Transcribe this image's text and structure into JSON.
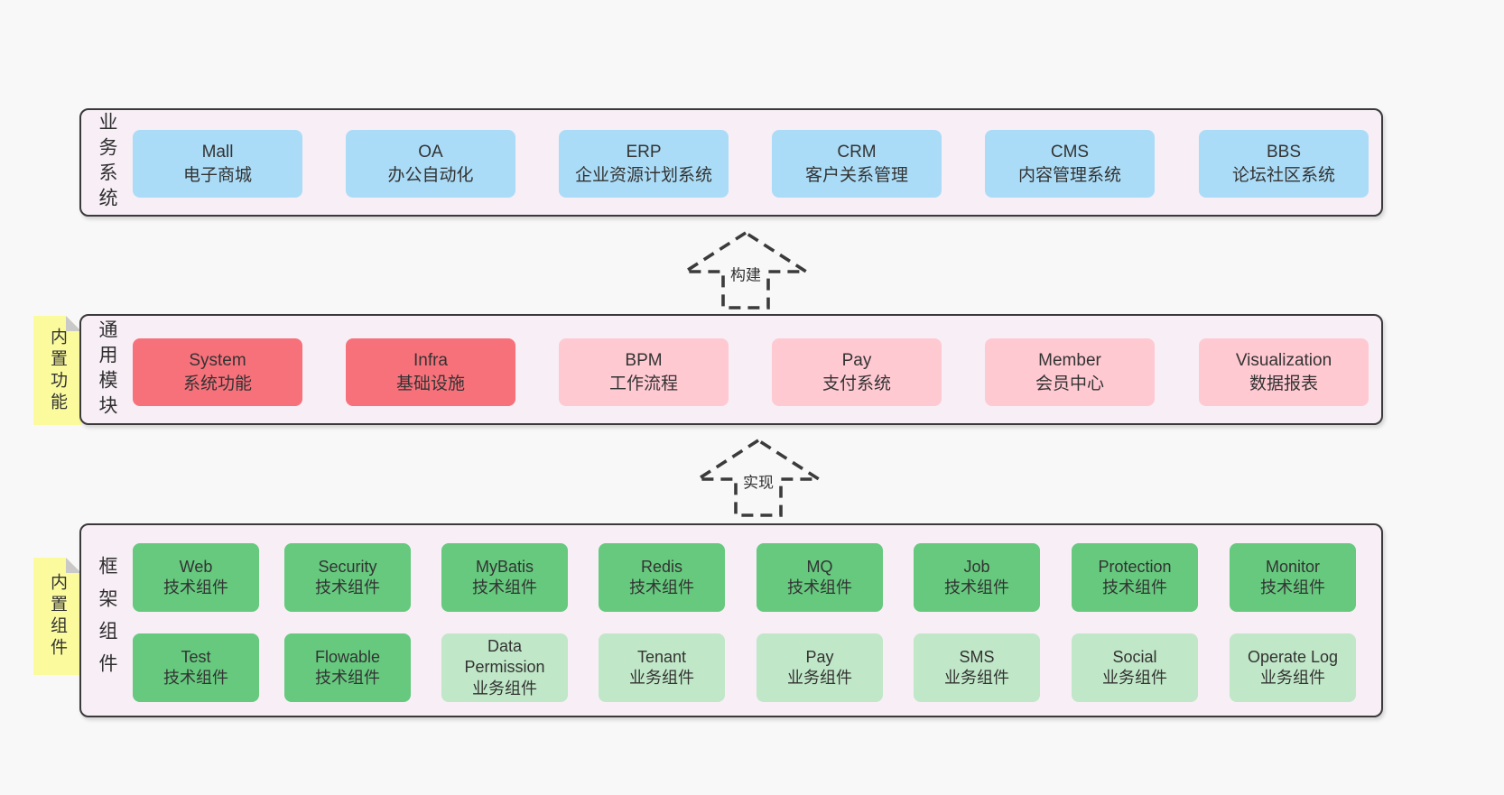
{
  "colors": {
    "page_bg": "#f8f8f8",
    "panel_bg": "#f7eef6",
    "panel_border": "#3a3a3a",
    "blue_box": "#abdcf7",
    "red_box": "#f7717b",
    "pink_box": "#ffc9d2",
    "green_box": "#66c97e",
    "light_green_box": "#c0e7c7",
    "sticky_bg": "#fbfb9e",
    "sticky_fold": "#c9c9c9",
    "text": "#333333"
  },
  "sections": {
    "business": {
      "panel_label": "业务系统",
      "boxes": [
        {
          "name": "Mall",
          "desc": "电子商城"
        },
        {
          "name": "OA",
          "desc": "办公自动化"
        },
        {
          "name": "ERP",
          "desc": "企业资源计划系统"
        },
        {
          "name": "CRM",
          "desc": "客户关系管理"
        },
        {
          "name": "CMS",
          "desc": "内容管理系统"
        },
        {
          "name": "BBS",
          "desc": "论坛社区系统"
        }
      ]
    },
    "modules": {
      "panel_label": "通用模块",
      "sticky_label": "内置功能",
      "boxes": [
        {
          "name": "System",
          "desc": "系统功能"
        },
        {
          "name": "Infra",
          "desc": "基础设施"
        },
        {
          "name": "BPM",
          "desc": "工作流程"
        },
        {
          "name": "Pay",
          "desc": "支付系统"
        },
        {
          "name": "Member",
          "desc": "会员中心"
        },
        {
          "name": "Visualization",
          "desc": "数据报表"
        }
      ]
    },
    "components": {
      "panel_label": "框架组件",
      "sticky_label": "内置组件",
      "row1": [
        {
          "name": "Web",
          "desc": "技术组件"
        },
        {
          "name": "Security",
          "desc": "技术组件"
        },
        {
          "name": "MyBatis",
          "desc": "技术组件"
        },
        {
          "name": "Redis",
          "desc": "技术组件"
        },
        {
          "name": "MQ",
          "desc": "技术组件"
        },
        {
          "name": "Job",
          "desc": "技术组件"
        },
        {
          "name": "Protection",
          "desc": "技术组件"
        },
        {
          "name": "Monitor",
          "desc": "技术组件"
        }
      ],
      "row2": [
        {
          "name": "Test",
          "desc": "技术组件"
        },
        {
          "name": "Flowable",
          "desc": "技术组件"
        },
        {
          "name": "Data Permission",
          "desc": "业务组件"
        },
        {
          "name": "Tenant",
          "desc": "业务组件"
        },
        {
          "name": "Pay",
          "desc": "业务组件"
        },
        {
          "name": "SMS",
          "desc": "业务组件"
        },
        {
          "name": "Social",
          "desc": "业务组件"
        },
        {
          "name": "Operate Log",
          "desc": "业务组件"
        }
      ]
    }
  },
  "arrows": {
    "build": "构建",
    "implement": "实现"
  }
}
